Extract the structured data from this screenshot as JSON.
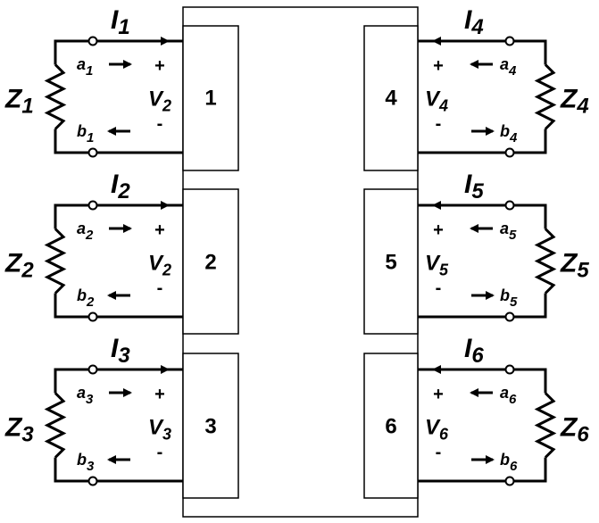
{
  "center_block": {
    "ports": [
      "1",
      "2",
      "3",
      "4",
      "5",
      "6"
    ]
  },
  "ports": [
    {
      "side": "left",
      "z": "Z",
      "zs": "1",
      "i": "I",
      "is": "1",
      "a": "a",
      "as": "1",
      "b": "b",
      "bs": "1",
      "v": "V",
      "vs": "2",
      "plus": "+",
      "minus": "-",
      "box": "1"
    },
    {
      "side": "left",
      "z": "Z",
      "zs": "2",
      "i": "I",
      "is": "2",
      "a": "a",
      "as": "2",
      "b": "b",
      "bs": "2",
      "v": "V",
      "vs": "2",
      "plus": "+",
      "minus": "-",
      "box": "2"
    },
    {
      "side": "left",
      "z": "Z",
      "zs": "3",
      "i": "I",
      "is": "3",
      "a": "a",
      "as": "3",
      "b": "b",
      "bs": "3",
      "v": "V",
      "vs": "3",
      "plus": "+",
      "minus": "-",
      "box": "3"
    },
    {
      "side": "right",
      "z": "Z",
      "zs": "4",
      "i": "I",
      "is": "4",
      "a": "a",
      "as": "4",
      "b": "b",
      "bs": "4",
      "v": "V",
      "vs": "4",
      "plus": "+",
      "minus": "-",
      "box": "4"
    },
    {
      "side": "right",
      "z": "Z",
      "zs": "5",
      "i": "I",
      "is": "5",
      "a": "a",
      "as": "5",
      "b": "b",
      "bs": "5",
      "v": "V",
      "vs": "5",
      "plus": "+",
      "minus": "-",
      "box": "5"
    },
    {
      "side": "right",
      "z": "Z",
      "zs": "6",
      "i": "I",
      "is": "6",
      "a": "a",
      "as": "6",
      "b": "b",
      "bs": "6",
      "v": "V",
      "vs": "6",
      "plus": "+",
      "minus": "-",
      "box": "6"
    }
  ]
}
